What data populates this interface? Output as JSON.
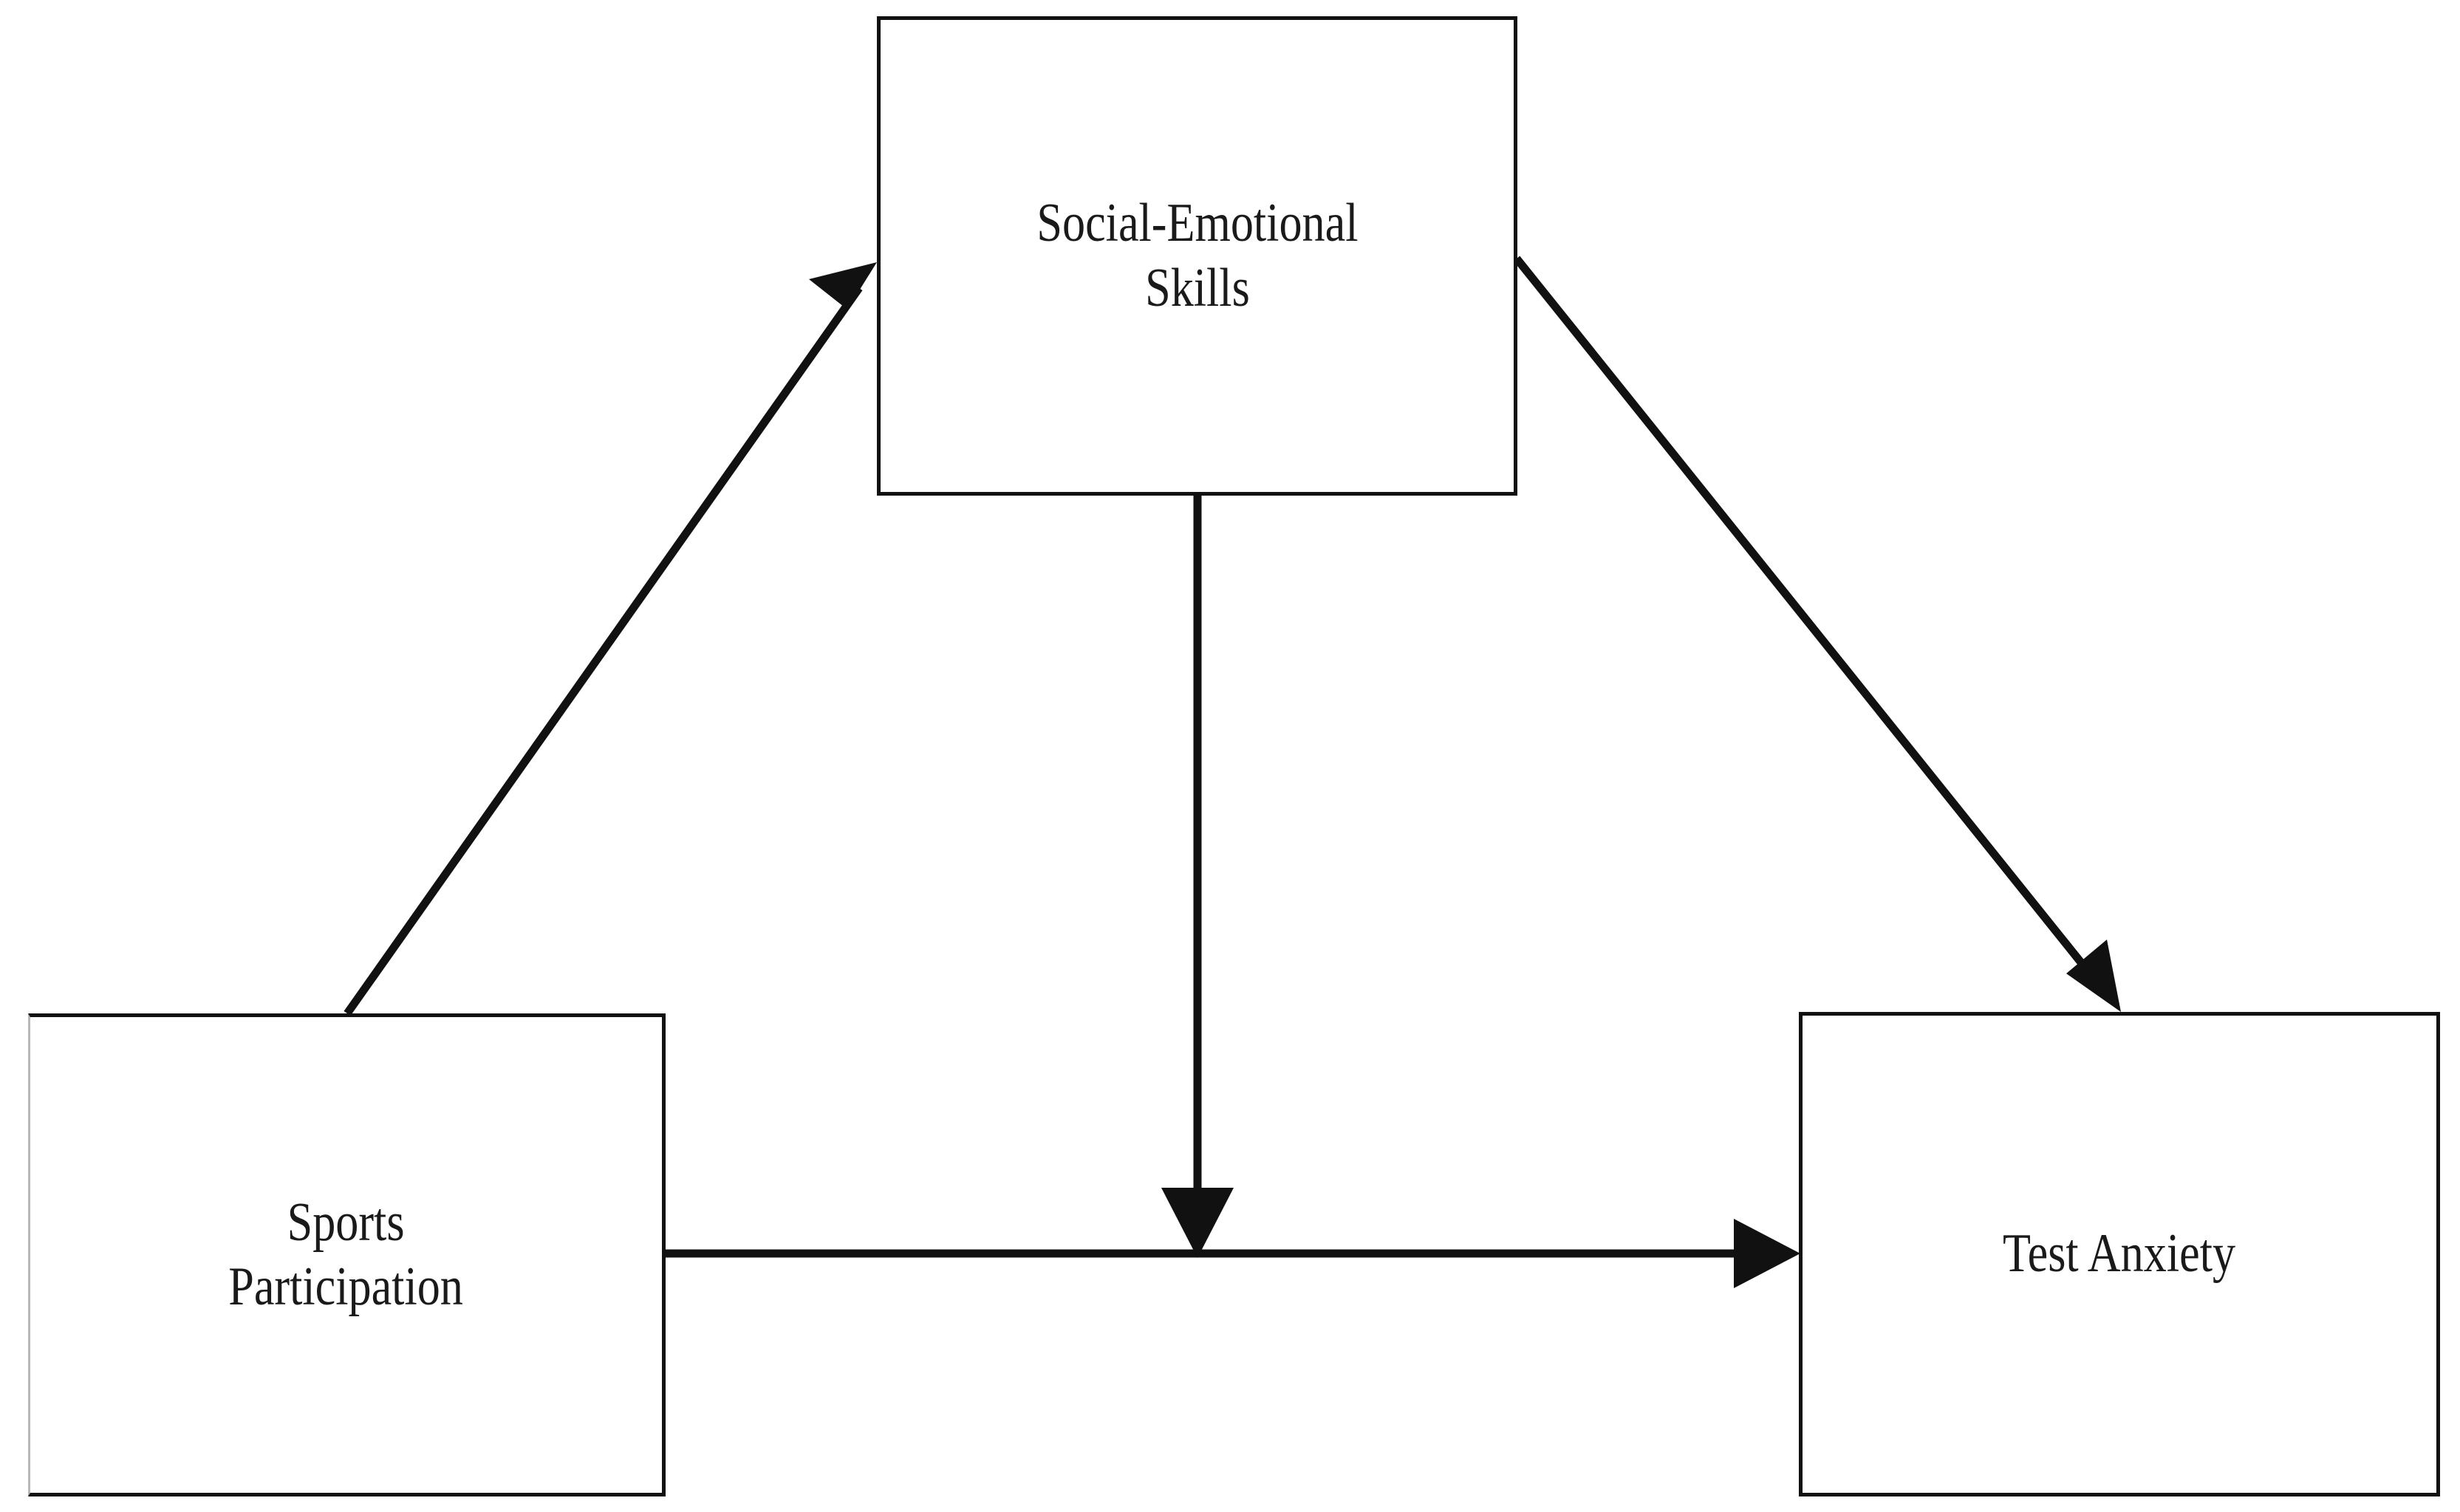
{
  "diagram": {
    "type": "mediation-model",
    "title": "",
    "background_color": "#ffffff",
    "line_color": "#111111",
    "text_color": "#1a1a1a",
    "nodes": [
      {
        "id": "mediator",
        "label": "Social-Emotional\nSkills",
        "role": "mediator",
        "position": "top-center"
      },
      {
        "id": "predictor",
        "label": "Sports\nParticipation",
        "role": "independent-variable",
        "position": "bottom-left"
      },
      {
        "id": "outcome",
        "label": "Test Anxiety",
        "role": "dependent-variable",
        "position": "bottom-right"
      }
    ],
    "edges": [
      {
        "id": "edge-a",
        "from": "predictor",
        "to": "mediator",
        "style": "solid",
        "arrowhead": "filled-triangle",
        "direction": "up-right"
      },
      {
        "id": "edge-b",
        "from": "mediator",
        "to": "outcome",
        "style": "solid",
        "arrowhead": "filled-triangle",
        "direction": "down-right"
      },
      {
        "id": "edge-c",
        "from": "predictor",
        "to": "outcome",
        "style": "solid",
        "arrowhead": "filled-triangle",
        "direction": "right"
      },
      {
        "id": "edge-d",
        "from": "mediator",
        "to": "edge-c",
        "style": "solid",
        "arrowhead": "filled-triangle",
        "direction": "down"
      }
    ]
  }
}
